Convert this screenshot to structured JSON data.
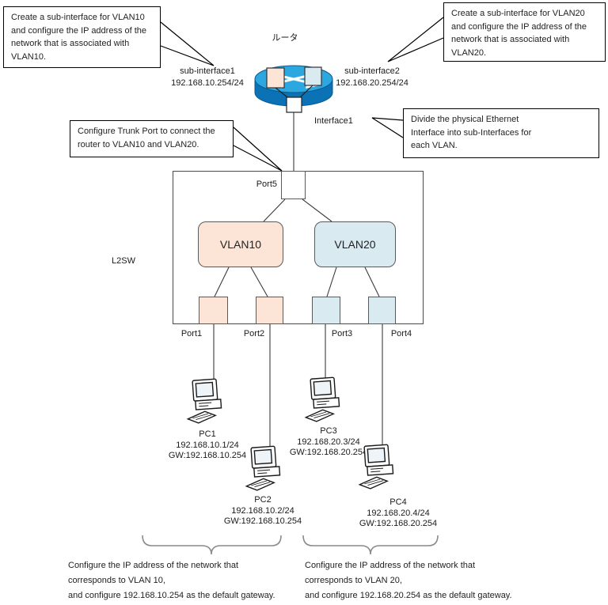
{
  "callouts": {
    "sub_if1": {
      "lines": [
        "Create a sub-interface for VLAN10",
        "and configure the IP address of the",
        "network that is associated with",
        "VLAN10."
      ]
    },
    "sub_if2": {
      "lines": [
        "Create a sub-interface for VLAN20",
        "and configure the IP address of the",
        "network that is associated with",
        "VLAN20."
      ]
    },
    "trunk": {
      "lines": [
        "Configure Trunk Port to connect the",
        "router to VLAN10 and VLAN20."
      ]
    },
    "divide": {
      "lines": [
        "Divide the physical Ethernet",
        "Interface into sub-Interfaces for",
        "each VLAN."
      ]
    }
  },
  "router": {
    "label": "ルータ",
    "sub_interface1": {
      "name": "sub-interface1",
      "ip": "192.168.10.254/24"
    },
    "sub_interface2": {
      "name": "sub-interface2",
      "ip": "192.168.20.254/24"
    },
    "physical_interface": "Interface1"
  },
  "l2sw": {
    "label": "L2SW",
    "trunk_port": "Port5",
    "vlan10": "VLAN10",
    "vlan20": "VLAN20",
    "ports": [
      "Port1",
      "Port2",
      "Port3",
      "Port4"
    ]
  },
  "pcs": [
    {
      "name": "PC1",
      "ip": "192.168.10.1/24",
      "gw": "GW:192.168.10.254"
    },
    {
      "name": "PC2",
      "ip": "192.168.10.2/24",
      "gw": "GW:192.168.10.254"
    },
    {
      "name": "PC3",
      "ip": "192.168.20.3/24",
      "gw": "GW:192.168.20.254"
    },
    {
      "name": "PC4",
      "ip": "192.168.20.4/24",
      "gw": "GW:192.168.20.254"
    }
  ],
  "notes": {
    "vlan10": {
      "lines": [
        "Configure the IP address of the network that",
        "corresponds to VLAN 10,",
        "and configure 192.168.10.254 as the default gateway."
      ]
    },
    "vlan20": {
      "lines": [
        "Configure the IP address of the network that",
        "corresponds to VLAN 20,",
        "and configure 192.168.20.254 as the default gateway."
      ]
    }
  },
  "colors": {
    "vlan10_fill": "#fce5d6",
    "vlan20_fill": "#d9eaf1",
    "router_top": "#2da7e0",
    "router_body": "#0b72b5"
  }
}
